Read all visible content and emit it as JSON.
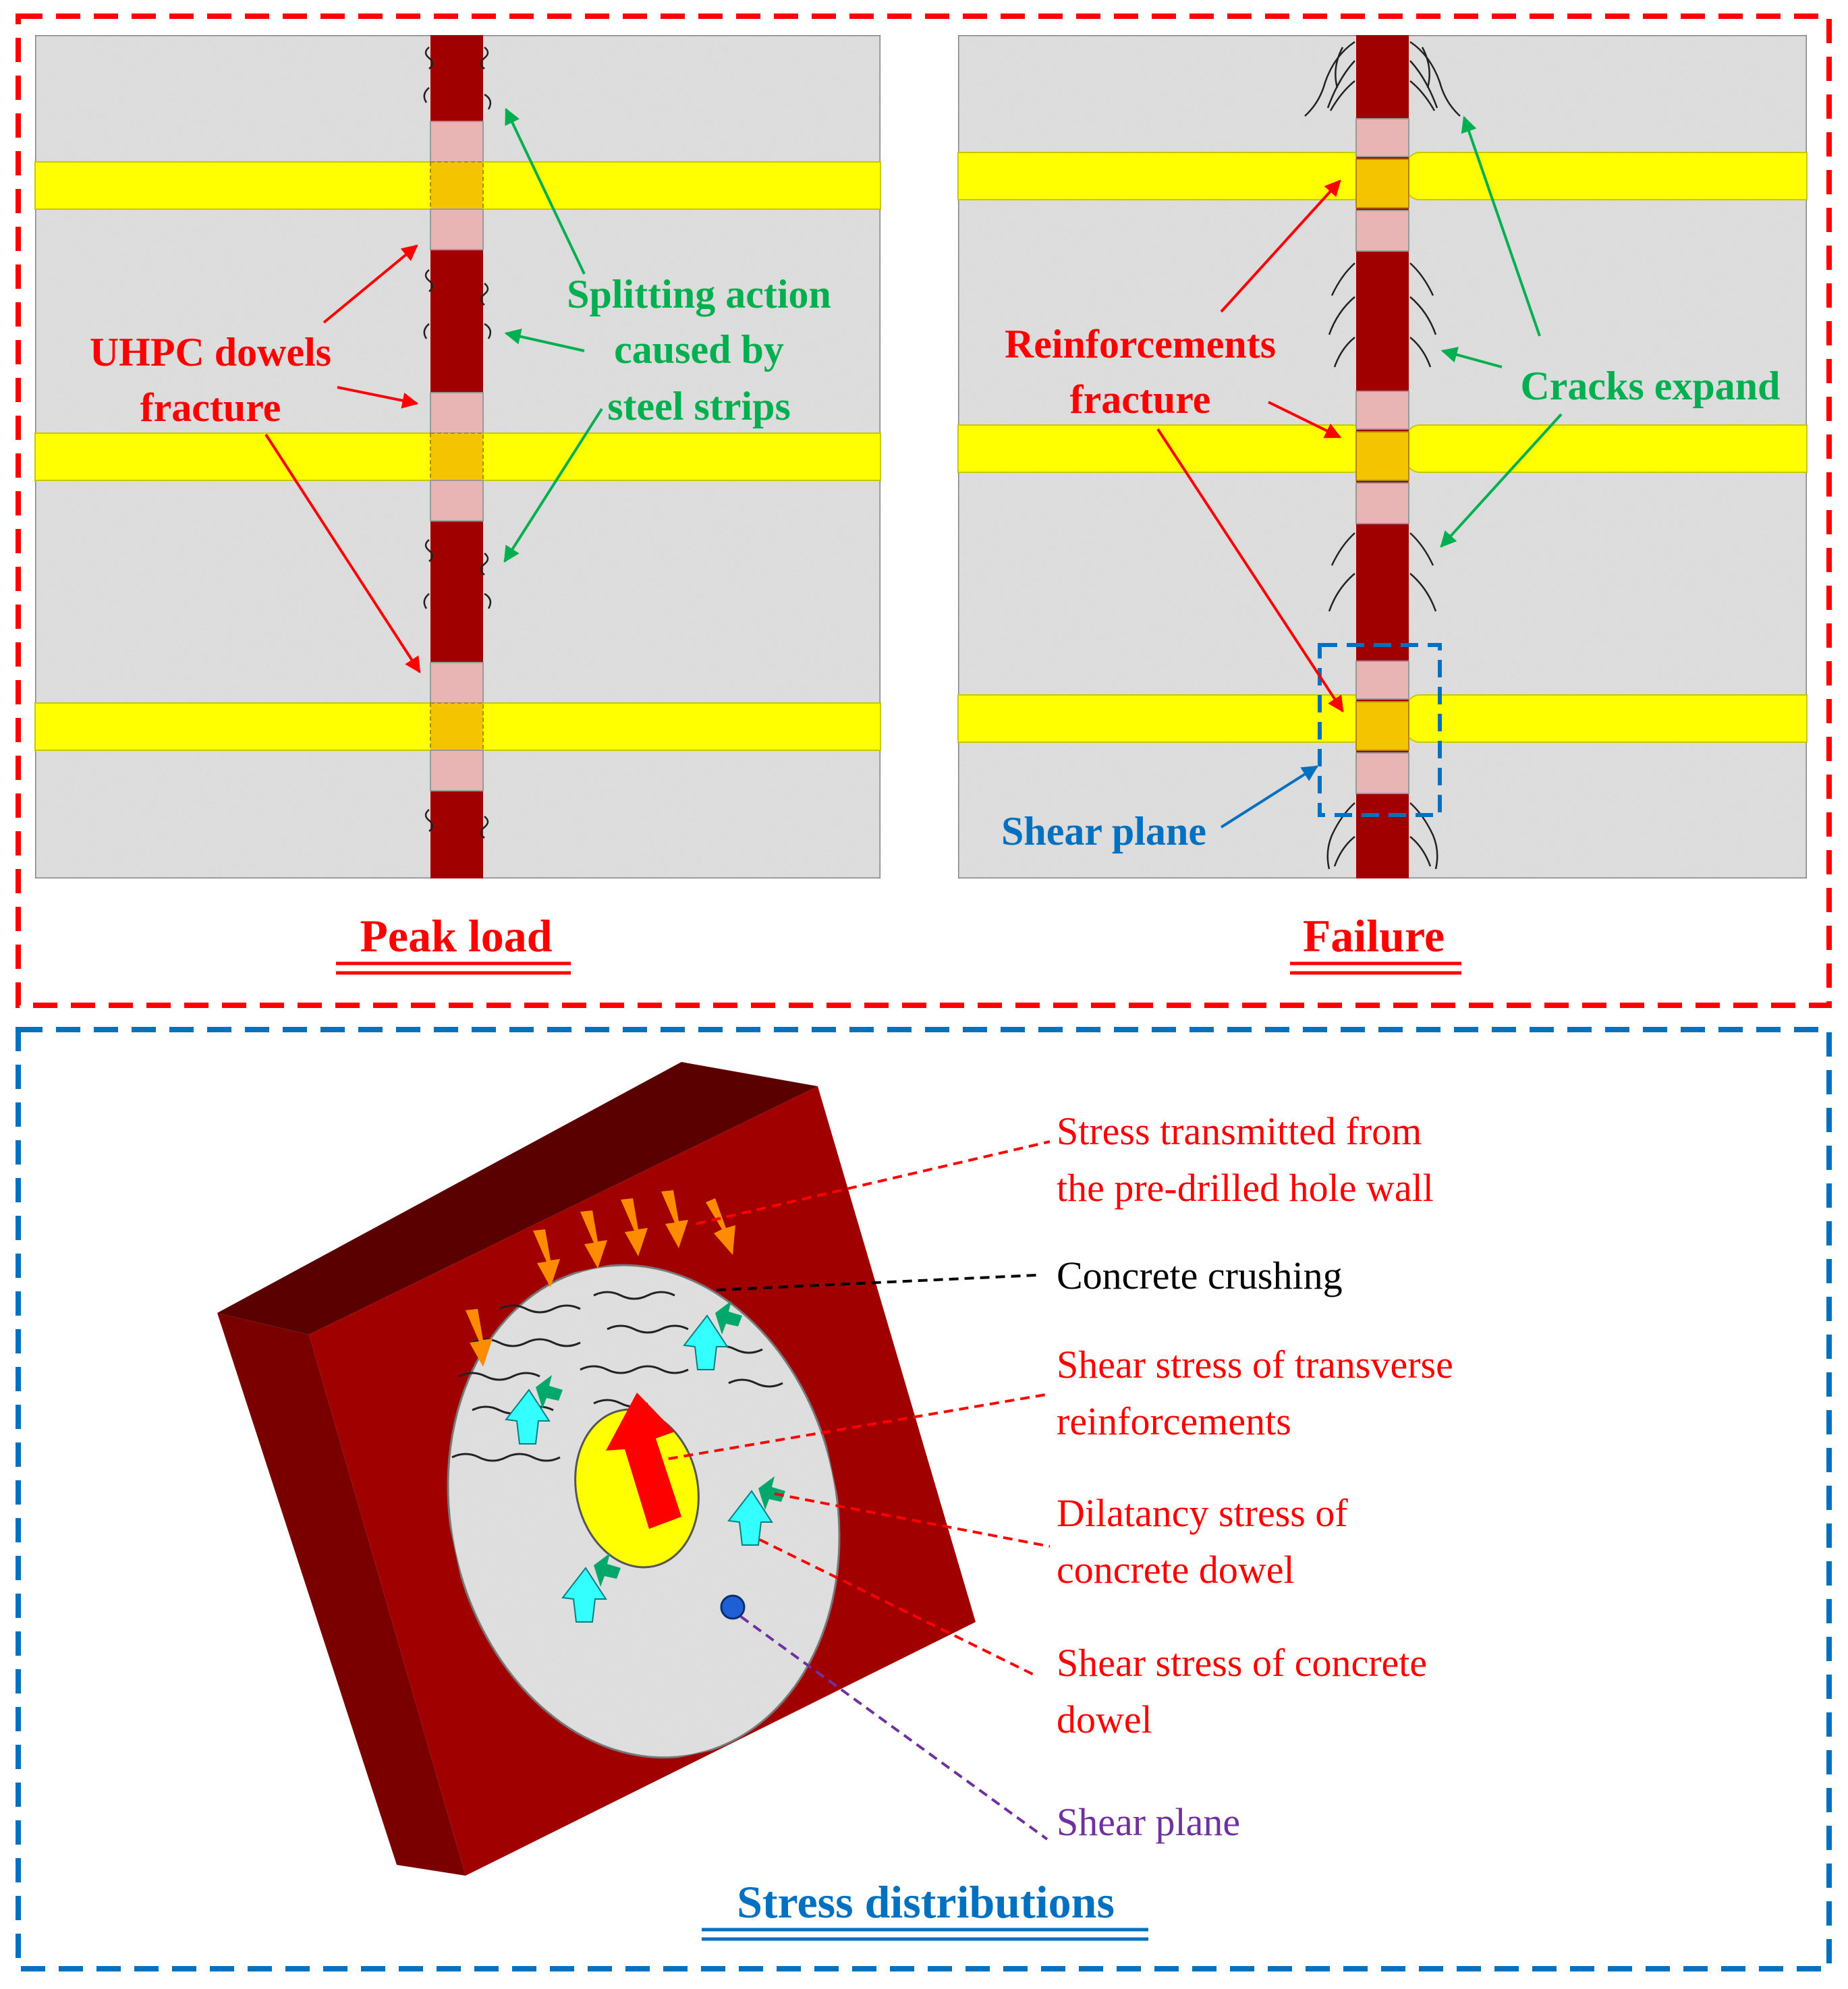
{
  "colors": {
    "red": "#ff0000",
    "green": "#00b050",
    "blue": "#0070c0",
    "purple": "#7030a0",
    "black": "#000000",
    "yellow": "#ffff00",
    "dark_red": "#a00000",
    "dowel_pink": "#e8b4b4",
    "dowel_orange": "#f5c400",
    "concrete": "#e3e3e3",
    "arrow_orange": "#ff8c00",
    "arrow_cyan": "#33ffff",
    "arrow_teal": "#00a86b",
    "shear_point": "#1f5fd6"
  },
  "panels": {
    "peak": {
      "title": "Peak load",
      "label_dowels_line1": "UHPC dowels",
      "label_dowels_line2": "fracture",
      "label_split_line1": "Splitting action",
      "label_split_line2": "caused by",
      "label_split_line3": "steel strips"
    },
    "failure": {
      "title": "Failure",
      "label_reinf_line1": "Reinforcements",
      "label_reinf_line2": "fracture",
      "label_cracks": "Cracks expand",
      "label_shear_plane": "Shear plane"
    }
  },
  "stress": {
    "title": "Stress distributions",
    "labels": {
      "transmitted_line1": "Stress transmitted from",
      "transmitted_line2": "the pre-drilled hole wall",
      "crushing": "Concrete crushing",
      "transverse_line1": "Shear stress of transverse",
      "transverse_line2": "reinforcements",
      "dilatancy_line1": "Dilatancy stress of",
      "dilatancy_line2": "concrete dowel",
      "dowel_shear_line1": "Shear stress of concrete",
      "dowel_shear_line2": "dowel",
      "shear_plane": "Shear plane"
    }
  }
}
